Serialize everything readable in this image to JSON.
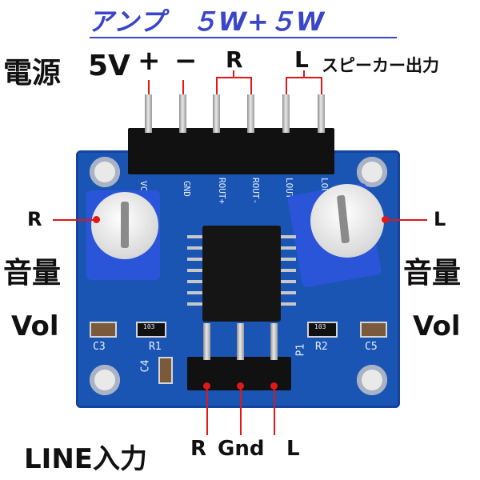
{
  "title": "アンプ　５W+５W",
  "power_label": "電源",
  "voltage_label": "5V",
  "plus_label": "+",
  "minus_label": "−",
  "speaker_r_label": "R",
  "speaker_l_label": "L",
  "speaker_out_label": "スピーカー出力",
  "left_channel_label": "R",
  "right_channel_label": "L",
  "volume_jp_label": "音量",
  "volume_en_label": "Vol",
  "line_in_label": "LINE入力",
  "line_r_label": "R",
  "line_gnd_label": "Gnd",
  "line_l_label": "L",
  "silk": {
    "vcc": "VCC",
    "gnd": "GND",
    "rout_plus": "ROUT+",
    "rout_minus": "ROUT-",
    "lout_minus": "LOUT-",
    "lout_plus": "LOUT+",
    "c3": "C3",
    "c4": "C4",
    "c5": "C5",
    "r1": "R1",
    "r2": "R2",
    "p1": "P1",
    "r1_code": "103",
    "r2_code": "103"
  },
  "colors": {
    "title": "#3a45c8",
    "pcb": "#1a55b4",
    "marker": "#e01818"
  }
}
